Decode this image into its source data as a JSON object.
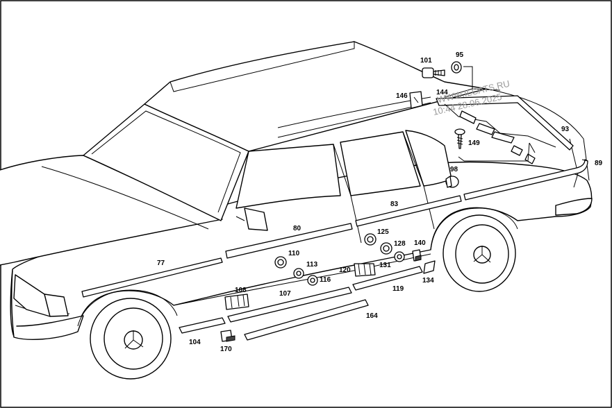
{
  "diagram": {
    "watermark_lines": [
      "WWW.ILCATS.RU",
      "10:44 28.06.2025"
    ],
    "part_numbers": {
      "p77": "77",
      "p80": "80",
      "p83": "83",
      "p89": "89",
      "p93": "93",
      "p95": "95",
      "p98": "98",
      "p101": "101",
      "p104": "104",
      "p107": "107",
      "p108": "108",
      "p110": "110",
      "p113": "113",
      "p116": "116",
      "p119": "119",
      "p120": "120",
      "p125": "125",
      "p128": "128",
      "p131": "131",
      "p134": "134",
      "p140": "140",
      "p144": "144",
      "p146": "146",
      "p149": "149",
      "p164": "164",
      "p170": "170"
    }
  }
}
